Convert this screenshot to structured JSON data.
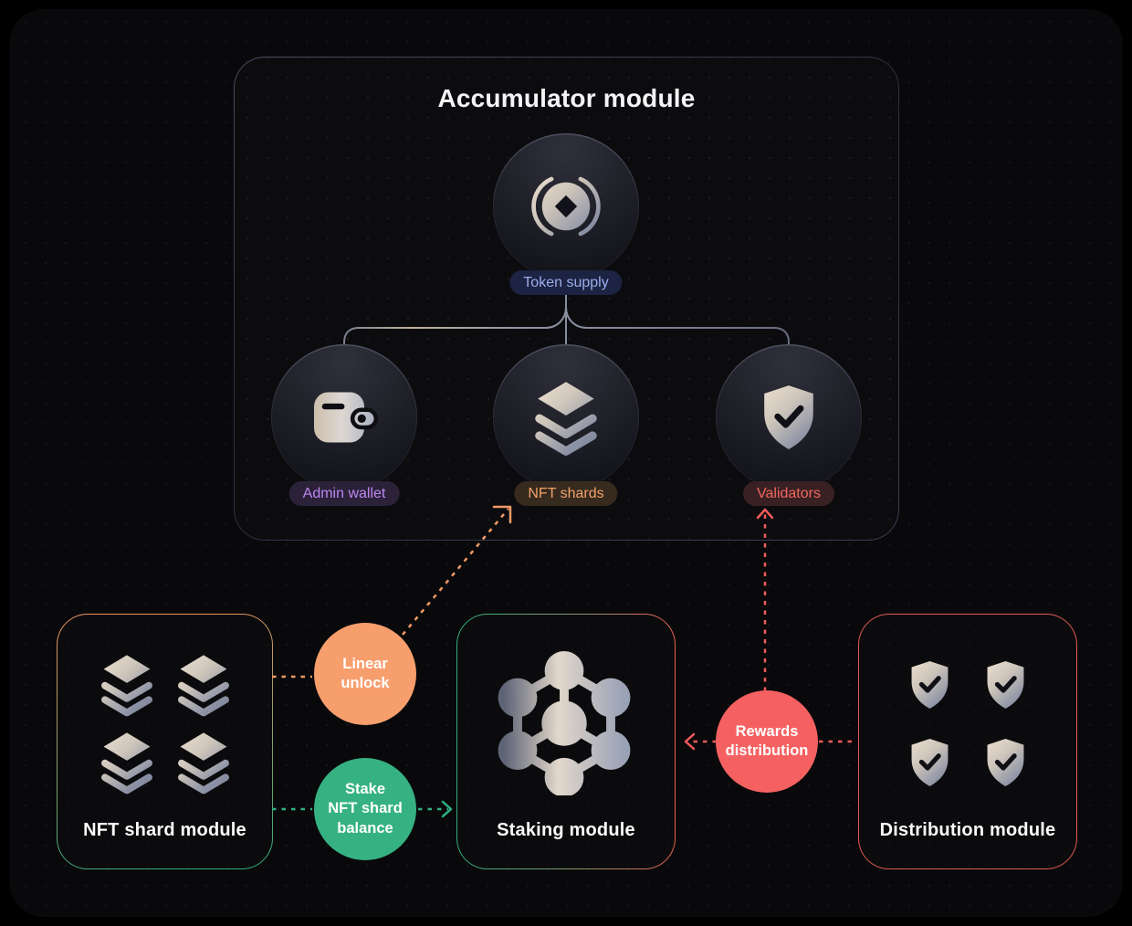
{
  "accumulator": {
    "title": "Accumulator module",
    "token_supply": {
      "label": "Token supply",
      "icon": "coin-icon",
      "text_color": "#9badee",
      "pill_bg": "#1d2342"
    },
    "admin_wallet": {
      "label": "Admin wallet",
      "icon": "wallet-icon",
      "text_color": "#bd87f2",
      "pill_bg": "#2b2139"
    },
    "nft_shards": {
      "label": "NFT shards",
      "icon": "layers-icon",
      "text_color": "#f2a26b",
      "pill_bg": "#372a1e"
    },
    "validators": {
      "label": "Validators",
      "icon": "shield-check-icon",
      "text_color": "#ef675e",
      "pill_bg": "#392023"
    }
  },
  "modules": {
    "nft_shard": {
      "label": "NFT shard module",
      "icon": "layers-icon",
      "icon_count": 4,
      "border_top_color": "#f0935b",
      "border_bottom_color": "#2fae7d"
    },
    "staking": {
      "label": "Staking module",
      "icon": "network-icon",
      "border_left_color": "#2fad7c",
      "border_right_color": "#ea6352"
    },
    "distribution": {
      "label": "Distribution module",
      "icon": "shield-check-icon",
      "icon_count": 4,
      "border_color": "#e25a50"
    }
  },
  "flows": {
    "linear_unlock": {
      "label": "Linear\nunlock",
      "bubble_color": "#f79e6d",
      "line_color": "#ef9b64",
      "from": "NFT shard module",
      "to": "NFT shards"
    },
    "stake_nft_shard_balance": {
      "label": "Stake\nNFT shard\nbalance",
      "bubble_color": "#36b282",
      "line_color": "#2fb27f",
      "from": "NFT shard module",
      "to": "Staking module"
    },
    "rewards_distribution": {
      "label": "Rewards\ndistribution",
      "bubble_color": "#f56161",
      "line_color": "#f25b5b",
      "from": "Distribution module",
      "to_list": "Validators, Staking module"
    }
  },
  "tree_line_color": "#7b8090"
}
